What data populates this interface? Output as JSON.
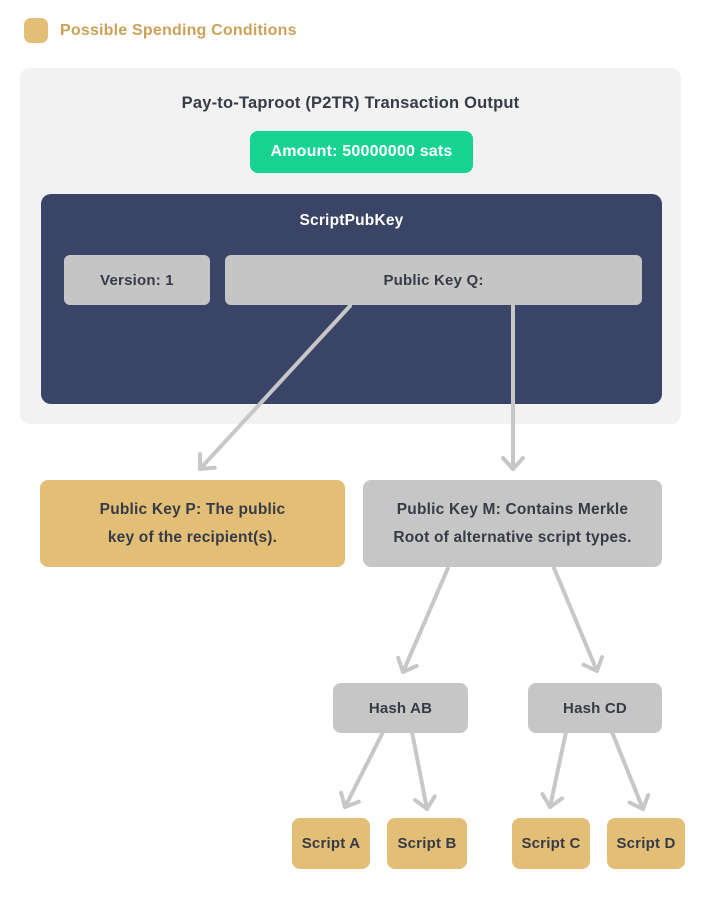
{
  "legend": {
    "label": "Possible Spending Conditions"
  },
  "output_card": {
    "title": "Pay-to-Taproot (P2TR) Transaction Output",
    "amount_label": "Amount: 50000000 sats",
    "script_pub_key": {
      "title": "ScriptPubKey",
      "fields": {
        "version": "Version: 1",
        "public_key_q": "Public Key Q:"
      }
    }
  },
  "spend_tree": {
    "key_path": {
      "line1": "Public Key P: The public",
      "line2": "key of the recipient(s)."
    },
    "script_path": {
      "line1": "Public Key M: Contains Merkle",
      "line2": "Root of alternative script types."
    },
    "hashes": [
      {
        "label": "Hash AB"
      },
      {
        "label": "Hash CD"
      }
    ],
    "scripts": [
      {
        "label": "Script A"
      },
      {
        "label": "Script B"
      },
      {
        "label": "Script C"
      },
      {
        "label": "Script D"
      }
    ]
  },
  "colors": {
    "spending_condition_gold": "#E3BE76",
    "legend_text_gold": "#CCA159",
    "amount_green": "#16D392",
    "scriptpubkey_navy": "#3A4467",
    "field_gray": "#C5C5C5",
    "node_gray": "#C6C6C6",
    "arrow_gray": "#C7C7C7",
    "card_background": "#F2F2F3",
    "text_dark": "#363B45"
  }
}
